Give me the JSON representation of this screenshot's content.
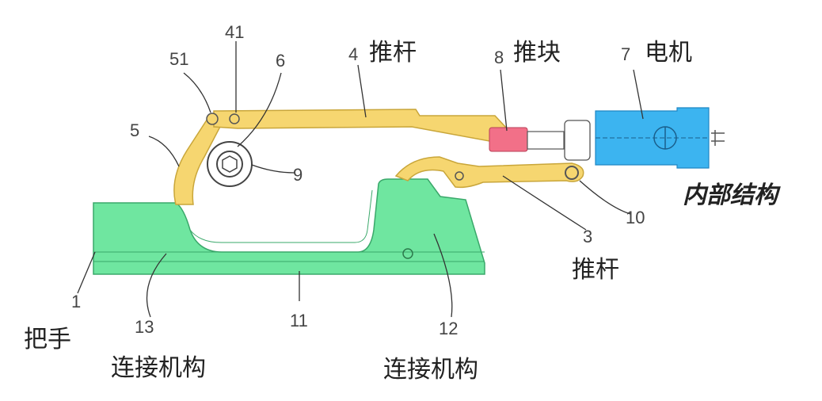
{
  "colors": {
    "base": "#6fe6a0",
    "base_stroke": "#3aa86a",
    "linkage": "#f6d670",
    "linkage_stroke": "#c9a63a",
    "push_block": "#f27088",
    "motor": "#3cb4f0",
    "motor_stroke": "#1f86c4"
  },
  "labels": {
    "n51": "51",
    "n41": "41",
    "n6": "6",
    "n5": "5",
    "n4": "4",
    "push_rod_top": "推杆",
    "n8": "8",
    "push_block": "推块",
    "n7": "7",
    "motor": "电机",
    "n9": "9",
    "internal_structure": "内部结构",
    "n10": "10",
    "n3": "3",
    "push_rod_bottom": "推杆",
    "n1": "1",
    "n13": "13",
    "n11": "11",
    "n12": "12",
    "handle": "把手",
    "connection_left": "连接机构",
    "connection_right": "连接机构"
  }
}
